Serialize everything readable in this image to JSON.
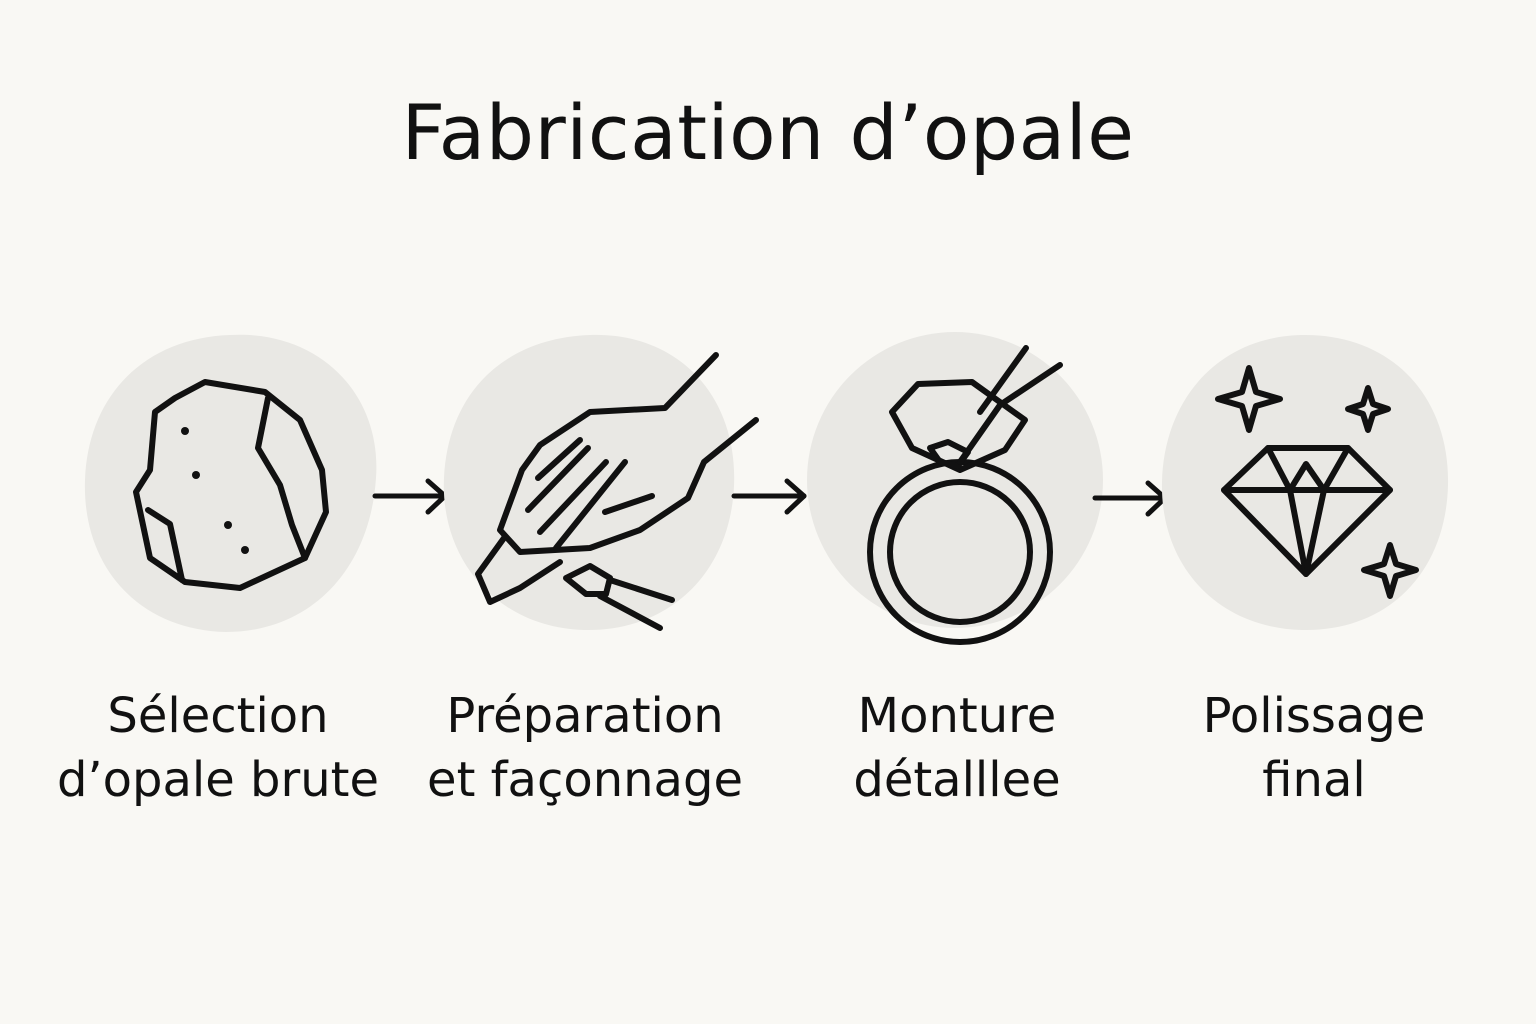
{
  "title": "Fabrication d’opale",
  "steps": [
    {
      "icon": "rough-opal-stone-icon",
      "label_line1": "Sélection",
      "label_line2": "d’opale brute"
    },
    {
      "icon": "hand-with-tool-icon",
      "label_line1": "Préparation",
      "label_line2": "et façonnage"
    },
    {
      "icon": "ring-setting-icon",
      "label_line1": "Monture",
      "label_line2": "détalllee"
    },
    {
      "icon": "sparkling-diamond-icon",
      "label_line1": "Polissage",
      "label_line2": "final"
    }
  ],
  "connectors": [
    "arrow-right-icon",
    "arrow-right-icon",
    "arrow-right-icon"
  ],
  "colors": {
    "background": "#f9f8f4",
    "circle_fill": "#e9e8e4",
    "stroke": "#111111"
  }
}
